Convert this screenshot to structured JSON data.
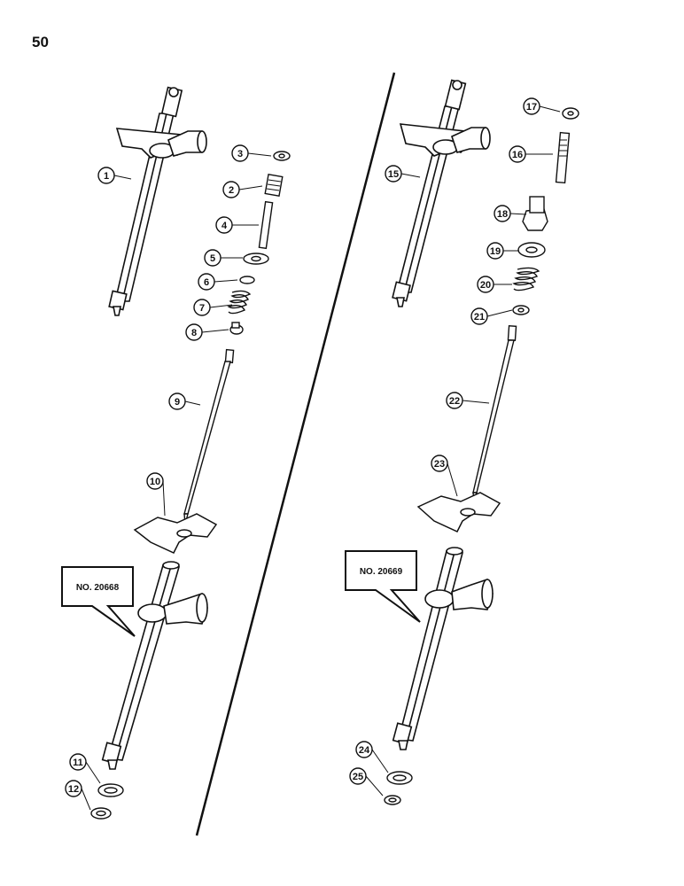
{
  "page": {
    "number": "50"
  },
  "left_assembly": {
    "callout": "NO. 20668",
    "part_numbers": [
      "1",
      "2",
      "3",
      "4",
      "5",
      "6",
      "7",
      "8",
      "9",
      "10",
      "11",
      "12"
    ]
  },
  "right_assembly": {
    "callout": "NO. 20669",
    "part_numbers": [
      "15",
      "16",
      "17",
      "18",
      "19",
      "20",
      "21",
      "22",
      "23",
      "24",
      "25"
    ]
  },
  "colors": {
    "ink": "#111111",
    "paper": "#ffffff"
  }
}
